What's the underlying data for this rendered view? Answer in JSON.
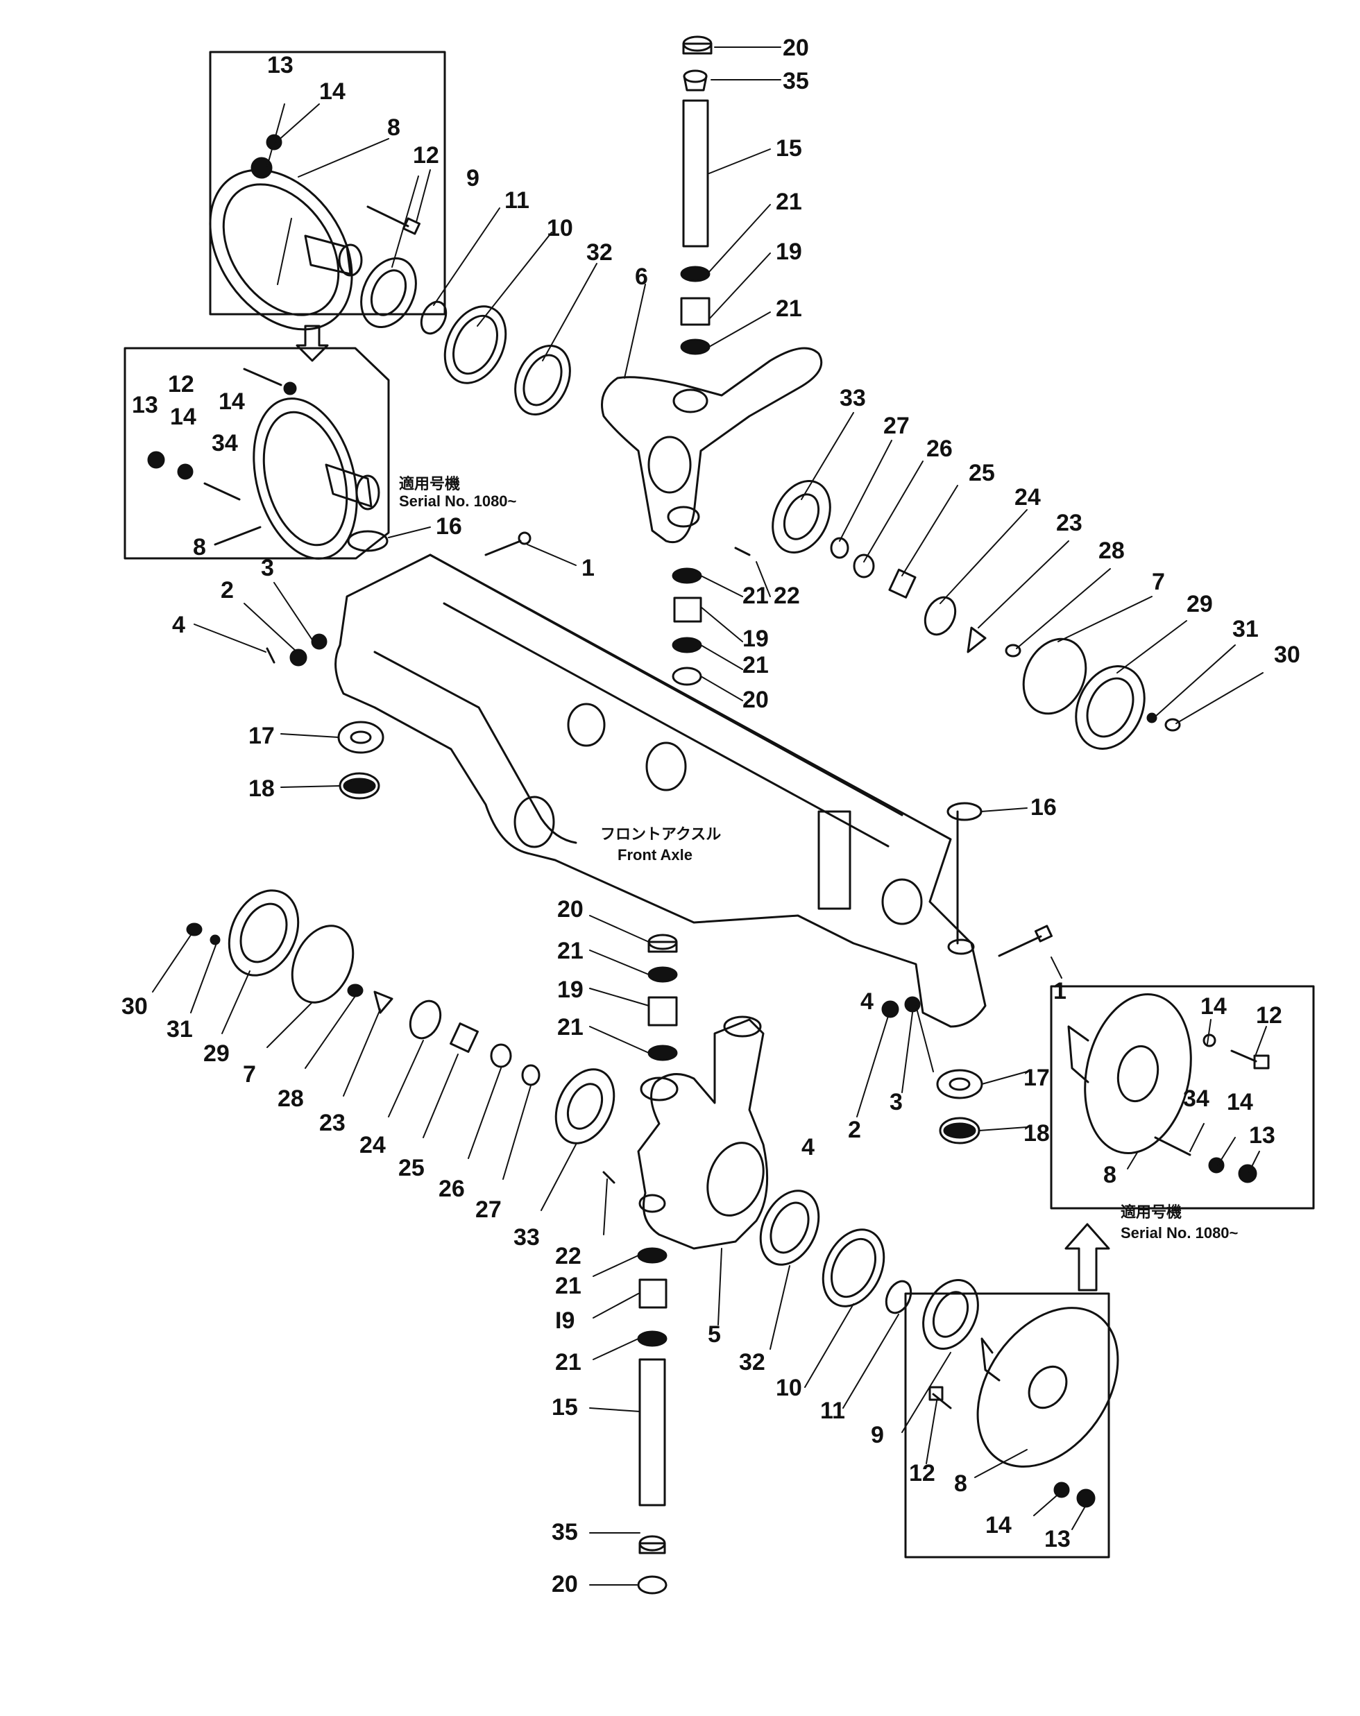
{
  "callouts": {
    "c1a": "1",
    "c1b": "1",
    "c2a": "2",
    "c2b": "2",
    "c3a": "3",
    "c3b": "3",
    "c4a": "4",
    "c4b": "4",
    "c5": "5",
    "c6": "6",
    "c7a": "7",
    "c7b": "7",
    "c8a": "8",
    "c8b": "8",
    "c8c": "8",
    "c8d": "8",
    "c9a": "9",
    "c9b": "9",
    "c10a": "10",
    "c10b": "10",
    "c11a": "11",
    "c11b": "11",
    "c12a": "12",
    "c12b": "12",
    "c12c": "12",
    "c12d": "12",
    "c13a": "13",
    "c13b": "13",
    "c13c": "13",
    "c13d": "13",
    "c14a": "14",
    "c14b": "14",
    "c14c": "14",
    "c14d": "14",
    "c14e": "14",
    "c15a": "15",
    "c15b": "15",
    "c16a": "16",
    "c16b": "16",
    "c17a": "17",
    "c17b": "17",
    "c18a": "18",
    "c18b": "18",
    "c19a": "19",
    "c19b": "19",
    "c19c": "19",
    "c19d": "I9",
    "c20a": "20",
    "c20b": "20",
    "c20c": "20",
    "c20d": "20",
    "c21a": "21",
    "c21b": "21",
    "c21c": "21",
    "c21d": "21",
    "c21e": "21",
    "c21f": "21",
    "c21g": "21",
    "c21h": "21",
    "c22a": "22",
    "c22b": "22",
    "c23a": "23",
    "c23b": "23",
    "c24a": "24",
    "c24b": "24",
    "c25a": "25",
    "c25b": "25",
    "c26a": "26",
    "c26b": "26",
    "c27a": "27",
    "c27b": "27",
    "c28a": "28",
    "c28b": "28",
    "c29a": "29",
    "c29b": "29",
    "c30a": "30",
    "c30b": "30",
    "c31a": "31",
    "c31b": "31",
    "c32a": "32",
    "c32b": "32",
    "c33a": "33",
    "c33b": "33",
    "c34a": "34",
    "c34b": "34",
    "c35a": "35",
    "c35b": "35"
  },
  "notes": {
    "serial_jp_top": "適用号機",
    "serial_top": "Serial No. 1080~",
    "serial_jp_right": "適用号機",
    "serial_right": "Serial No. 1080~",
    "axle_jp": "フロントアクスル",
    "axle_en": "Front Axle"
  }
}
